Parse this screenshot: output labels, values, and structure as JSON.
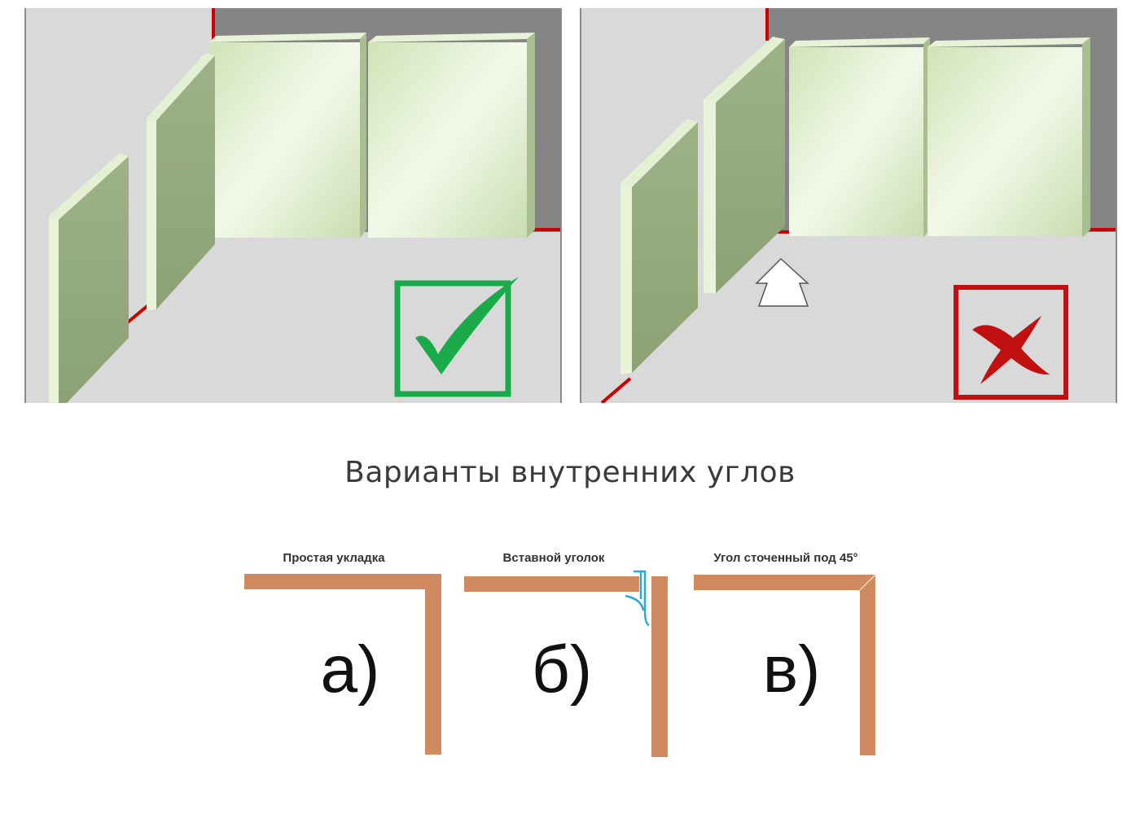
{
  "top_panels": {
    "left": {
      "status": "correct",
      "status_icon": "checkmark-icon",
      "status_color": "#1aaa4a"
    },
    "right": {
      "status": "wrong",
      "status_icon": "cross-icon",
      "status_color": "#c01010",
      "pointer_icon": "arrow-up-icon"
    }
  },
  "colors": {
    "panel_bg": "#d9d9d9",
    "wall_dark": "#8a8a8a",
    "edge_red": "#cc0000",
    "board_face": "#dcedc6",
    "board_side": "#94aa7c",
    "strip_wood": "#cf8a60",
    "insert_blue": "#2aa8d8"
  },
  "caption": "Варианты внутренних углов",
  "variants": [
    {
      "title": "Простая укладка",
      "label": "а)"
    },
    {
      "title": "Вставной уголок",
      "label": "б)"
    },
    {
      "title": "Угол сточенный под 45°",
      "label": "в)"
    }
  ]
}
